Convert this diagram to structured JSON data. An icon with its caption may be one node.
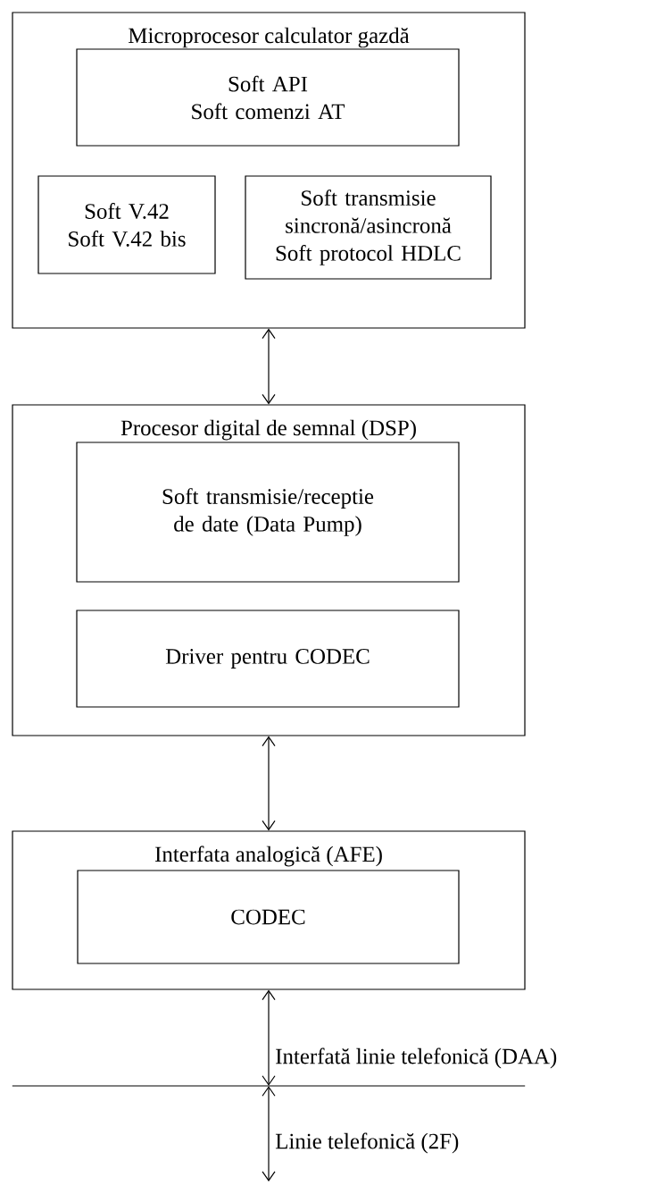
{
  "diagram": {
    "nodes": [
      {
        "text": [
          "Microprocesor calculator gazdă"
        ]
      },
      {
        "text": [
          "Soft API",
          "Soft comenzi AT"
        ],
        "in": 0
      },
      {
        "text": [
          "Soft V.42",
          "Soft V.42 bis"
        ],
        "in": 0
      },
      {
        "text": [
          "Soft transmisie sincronă/asincronă",
          "Soft protocol HDLC"
        ],
        "in": 0
      },
      {
        "text": [
          "Procesor digital de semnal (DSP)"
        ]
      },
      {
        "text": [
          "Soft transmisie/receptie de date (Data Pump)"
        ],
        "in": 4
      },
      {
        "text": [
          "Driver pentru CODEC"
        ],
        "in": 4
      },
      {
        "text": [
          "Interfata analogică (AFE)"
        ]
      },
      {
        "text": [
          "CODEC"
        ],
        "in": 7
      },
      {
        "text": [],
        "shape": "bar"
      }
    ],
    "edges": [
      {
        "from": 0,
        "to": 4,
        "arrow": "both"
      },
      {
        "from": 4,
        "to": 7,
        "arrow": "both"
      },
      {
        "from": 7,
        "to": 9,
        "arrow": "both",
        "label": "Interfată linie telefonică (DAA)"
      },
      {
        "from": 9,
        "to": null,
        "arrow": "both",
        "label": "Linie telefonică (2F)"
      }
    ]
  }
}
